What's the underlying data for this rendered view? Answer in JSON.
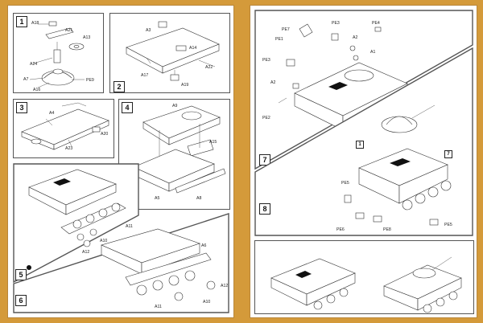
{
  "colors": {
    "background": "#d49a3a",
    "paper": "#ffffff",
    "ink": "#222222"
  },
  "steps": {
    "s1": "1",
    "s2": "2",
    "s3": "3",
    "s4": "4",
    "s5": "5",
    "s6": "6",
    "s7": "7",
    "s8": "8",
    "ref1": "1",
    "ref7": "7"
  },
  "labels": {
    "p1": {
      "a18": "A18",
      "a21": "A21",
      "a13": "A13",
      "a24": "A24",
      "a7": "A7",
      "a16": "A16",
      "pe9": "PE9"
    },
    "p2": {
      "a3": "A3",
      "a14": "A14",
      "a22": "A22",
      "a17": "A17",
      "a19": "A19"
    },
    "p3": {
      "a4": "A4",
      "a23": "A23",
      "a20": "A20"
    },
    "p4": {
      "a9": "A9",
      "a15": "A15",
      "a5": "A5",
      "a8": "A8"
    },
    "p5": {
      "a11": "A11",
      "a10": "A10",
      "a12": "A12"
    },
    "p6": {
      "a6": "A6",
      "a12": "A12",
      "a10": "A10",
      "a11": "A11"
    },
    "p7": {
      "pe3": "PE3",
      "pe4": "PE4",
      "pe7": "PE7",
      "pe1": "PE1",
      "a2": "A2",
      "a1": "A1",
      "pe3b": "PE3",
      "a2b": "A2",
      "pe2": "PE2"
    },
    "p8": {
      "pe5": "PE5",
      "pe5b": "PE5",
      "pe6": "PE6",
      "pe8": "PE8"
    }
  }
}
